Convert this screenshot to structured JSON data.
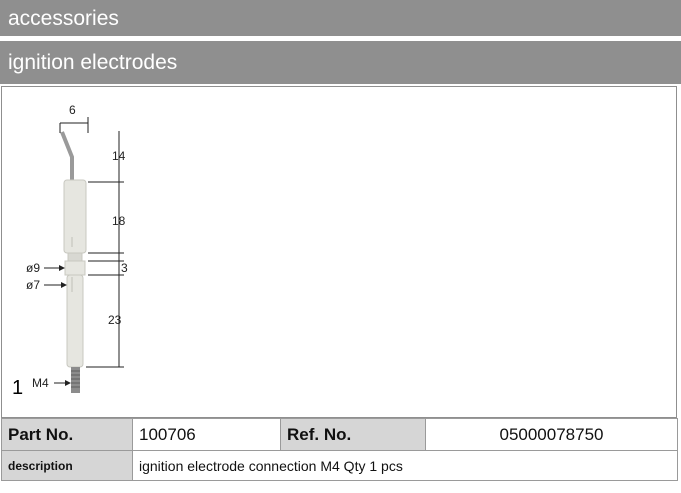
{
  "header": {
    "title": "accessories"
  },
  "subheader": {
    "title": "ignition electrodes"
  },
  "figure": {
    "index": "1",
    "dimensions": {
      "tip_width": "6",
      "tip_length": "14",
      "upper_body": "18",
      "groove": "3",
      "lower_body": "23",
      "diameter_large": "ø9",
      "diameter_small": "ø7",
      "thread": "M4"
    },
    "colors": {
      "ceramic": "#e6e6e0",
      "metal": "#8c8c8c"
    }
  },
  "specs": {
    "part_no_label": "Part No.",
    "part_no_value": "100706",
    "ref_no_label": "Ref. No.",
    "ref_no_value": "05000078750",
    "description_label": "description",
    "description_value": "ignition electrode  connection M4 Qty 1 pcs"
  }
}
